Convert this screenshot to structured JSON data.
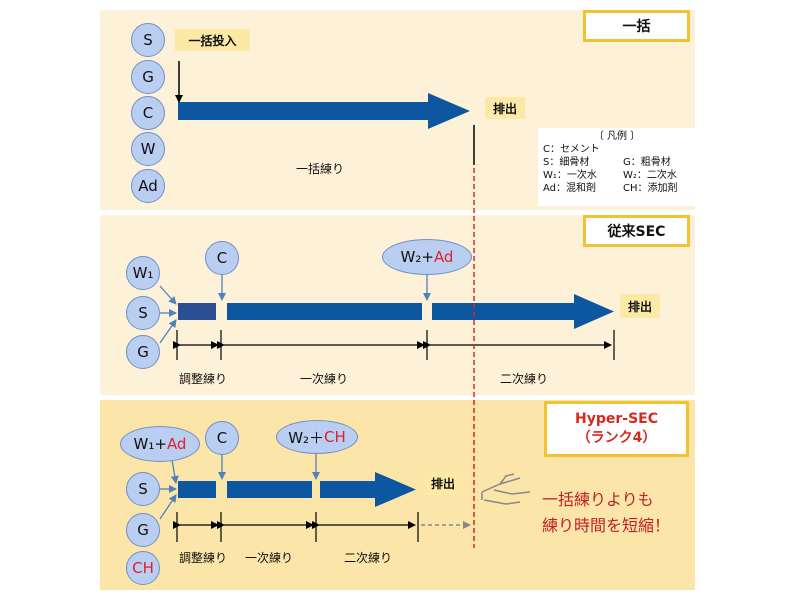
{
  "panels": {
    "p1": {
      "title": "一括"
    },
    "p2": {
      "title": "従来SEC"
    },
    "p3": {
      "title": "Hyper-SEC",
      "subtitle": "（ランク4）"
    }
  },
  "p1": {
    "materials": [
      "S",
      "G",
      "C",
      "W",
      "Ad"
    ],
    "input_label": "一括投入",
    "discharge": "排出",
    "mix_label": "一括練り"
  },
  "legend": {
    "title": "〔 凡例 〕",
    "rows": [
      [
        "C：セメント",
        ""
      ],
      [
        "S：細骨材",
        "G：粗骨材"
      ],
      [
        "W₁：一次水",
        "W₂：二次水"
      ],
      [
        "Ad：混和剤",
        "CH：添加剤"
      ]
    ]
  },
  "p2": {
    "w1": "W₁",
    "s": "S",
    "g": "G",
    "c": "C",
    "w2_ad": {
      "w": "W₂+",
      "ad": "Ad"
    },
    "discharge": "排出",
    "labels": {
      "adjust": "調整練り",
      "first": "一次練り",
      "second": "二次練り"
    }
  },
  "p3": {
    "w1_ad": {
      "w": "W₁+",
      "ad": "Ad"
    },
    "c": "C",
    "w2_ch": {
      "w": "W₂＋",
      "ch": "CH"
    },
    "s": "S",
    "g": "G",
    "ch": "CH",
    "discharge": "排出",
    "labels": {
      "adjust": "調整練り",
      "first": "一次練り",
      "second": "二次練り"
    },
    "message": [
      "一括練りよりも",
      "練り時間を短縮！"
    ]
  },
  "colors": {
    "arrow": "#0d57a0",
    "circle": "#b9cef0",
    "highlight": "#e0202a",
    "border": "#f1c232"
  }
}
